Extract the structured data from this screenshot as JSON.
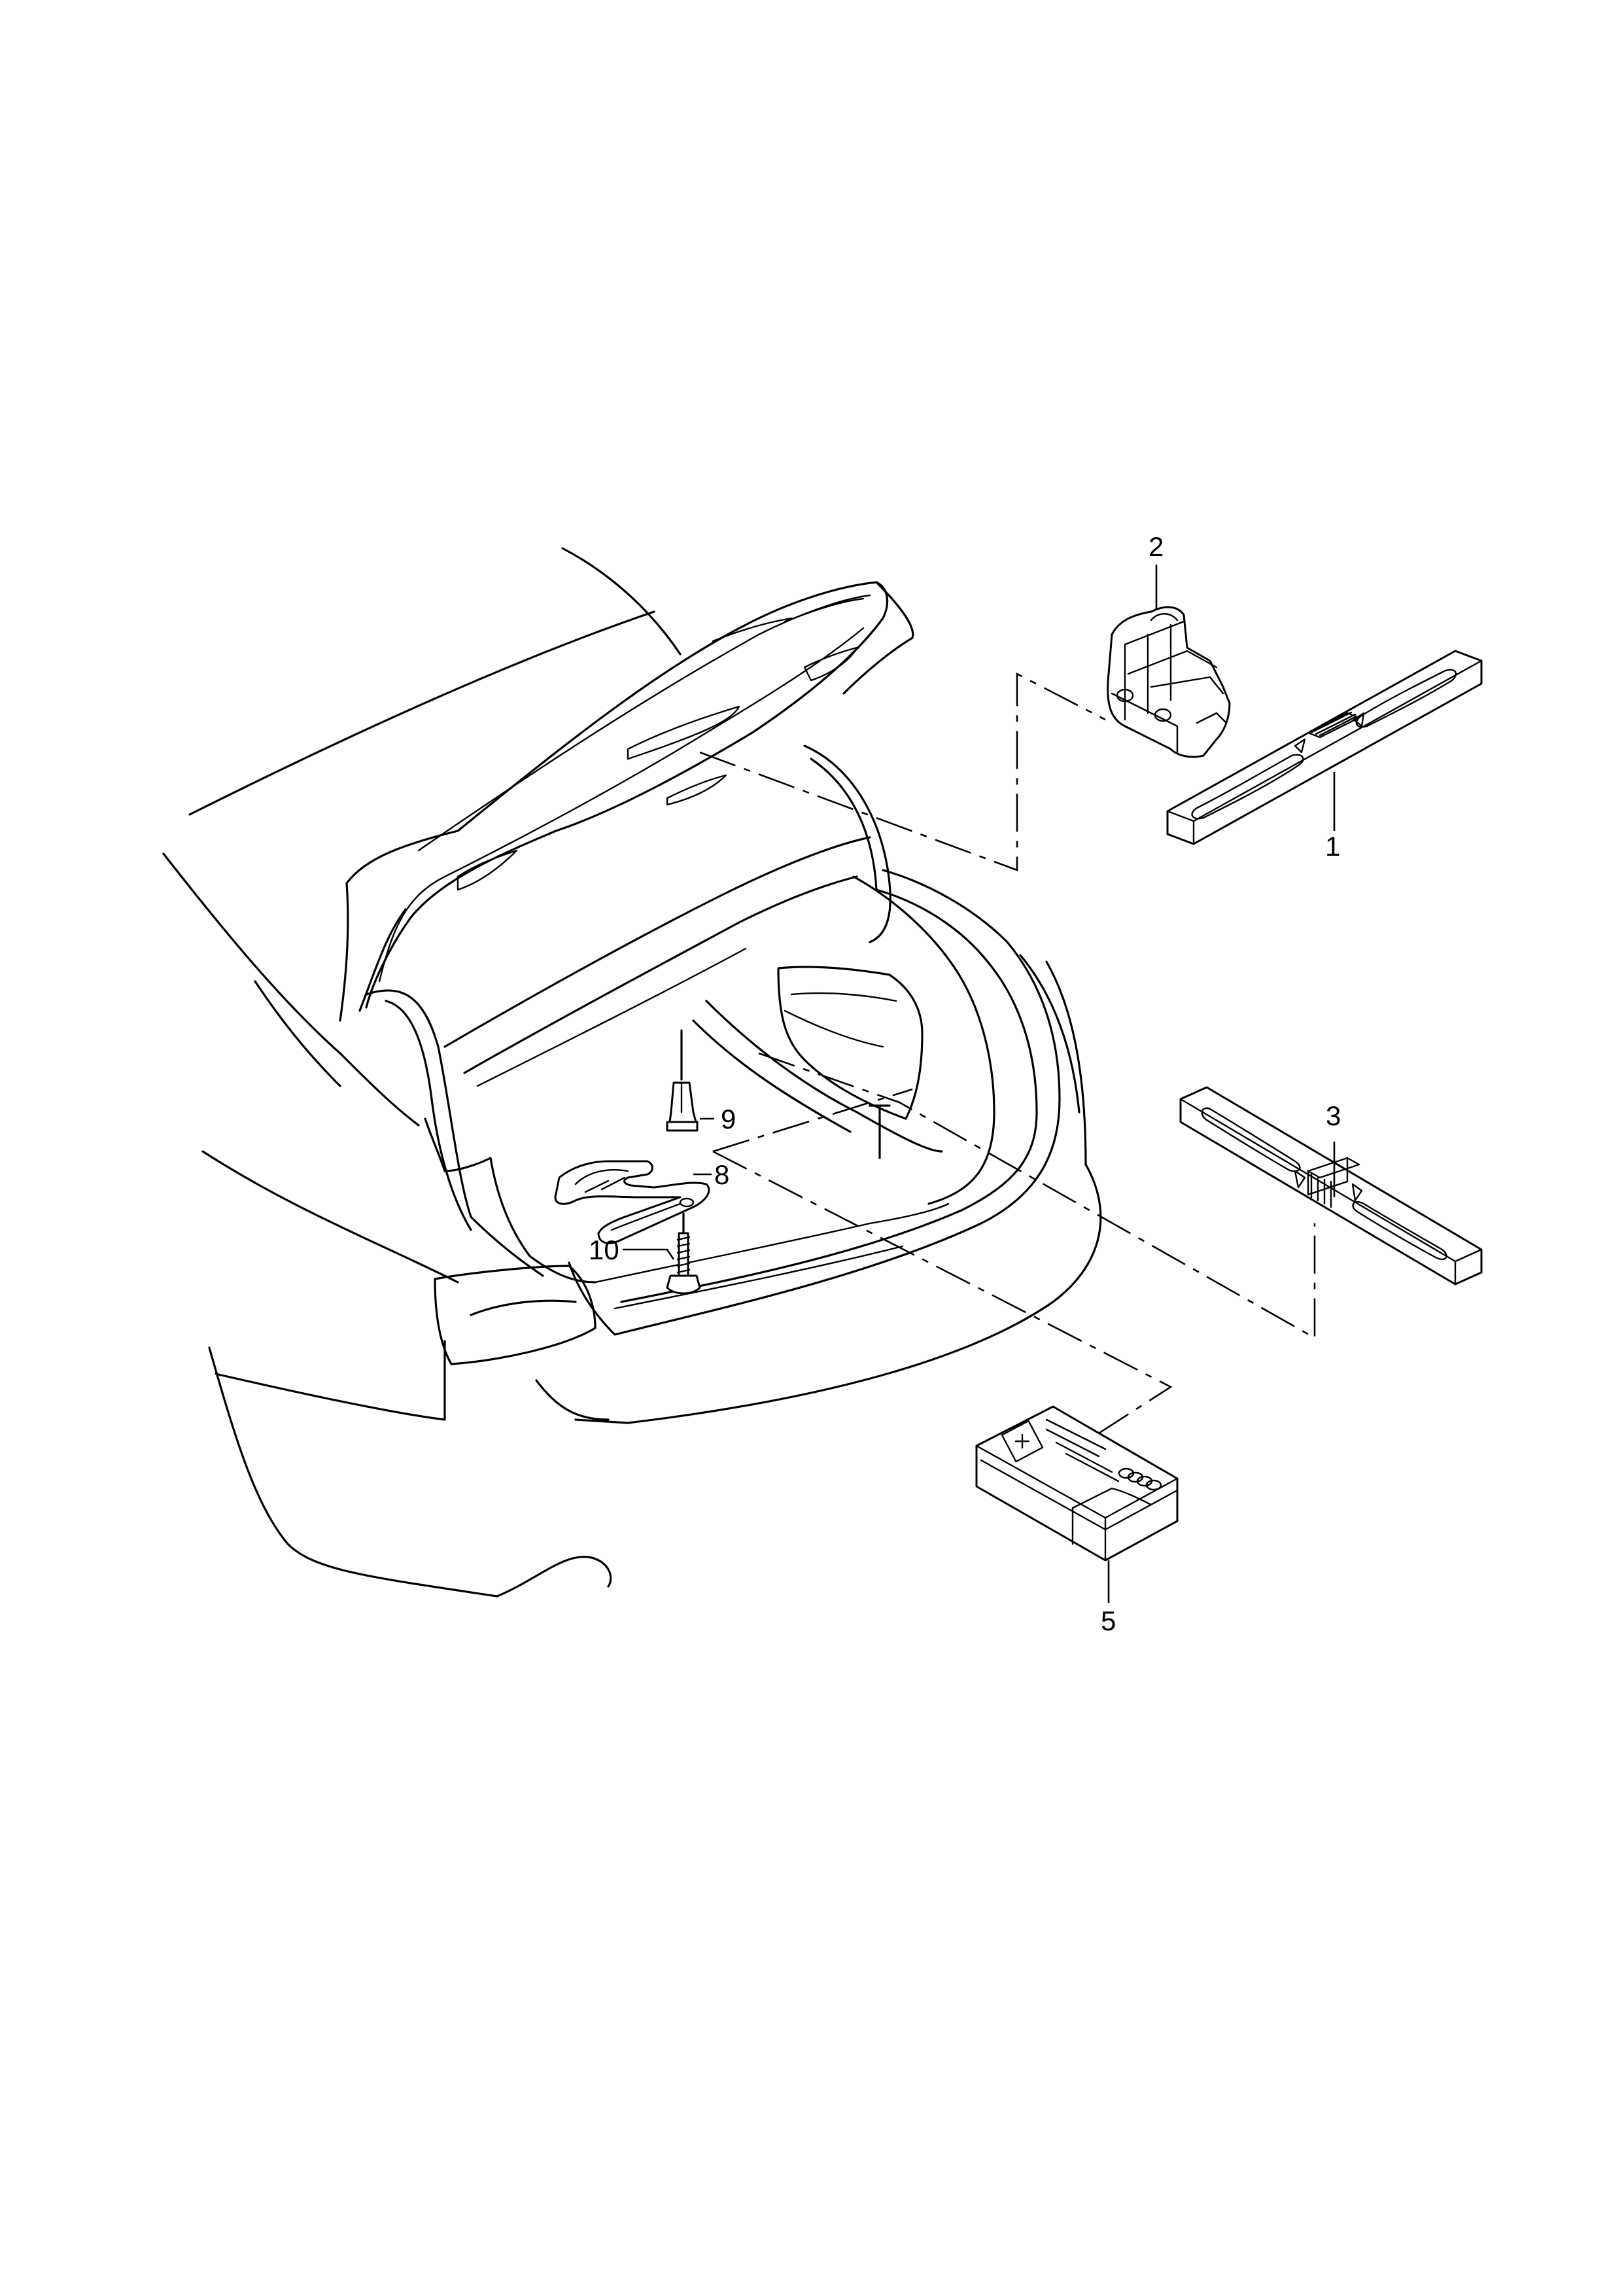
{
  "callouts": [
    {
      "id": "1",
      "label": "1"
    },
    {
      "id": "2",
      "label": "2"
    },
    {
      "id": "3",
      "label": "3"
    },
    {
      "id": "5",
      "label": "5"
    },
    {
      "id": "8",
      "label": "8"
    },
    {
      "id": "9",
      "label": "9"
    },
    {
      "id": "10",
      "label": "10"
    }
  ]
}
